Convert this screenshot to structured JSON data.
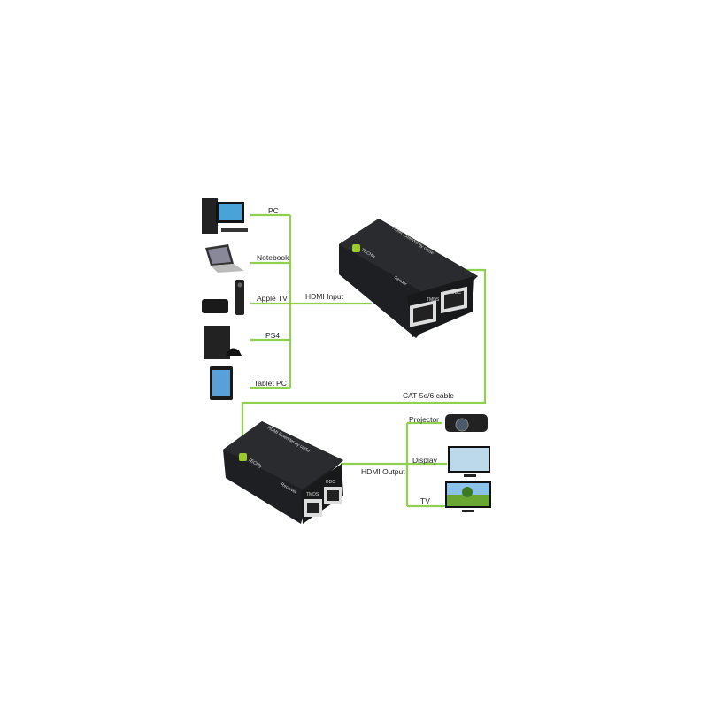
{
  "sources": [
    {
      "label": "PC",
      "icon": "desktop-pc-icon"
    },
    {
      "label": "Notebook",
      "icon": "laptop-icon"
    },
    {
      "label": "Apple TV",
      "icon": "apple-tv-icon"
    },
    {
      "label": "PS4",
      "icon": "game-console-icon"
    },
    {
      "label": "Tablet PC",
      "icon": "tablet-icon"
    }
  ],
  "hdmi_input_label": "HDMI Input",
  "cable_label": "CAT-5e/6 cable",
  "hdmi_output_label": "HDMI Output",
  "sender": {
    "title": "HDMI Extender by cat5e",
    "brand": "TECHly",
    "role": "Sender",
    "port1": "TMDS",
    "port2": "DDC"
  },
  "receiver": {
    "title": "HDMI Extender by cat5e",
    "brand": "TECHly",
    "role": "Receiver",
    "port1": "TMDS",
    "port2": "DDC"
  },
  "outputs": [
    {
      "label": "Projector",
      "icon": "projector-icon"
    },
    {
      "label": "Display",
      "icon": "monitor-icon"
    },
    {
      "label": "TV",
      "icon": "tv-icon"
    }
  ],
  "colors": {
    "wire": "#8fd14f",
    "device": "#1e1f22",
    "brand": "#9ccc2c"
  }
}
